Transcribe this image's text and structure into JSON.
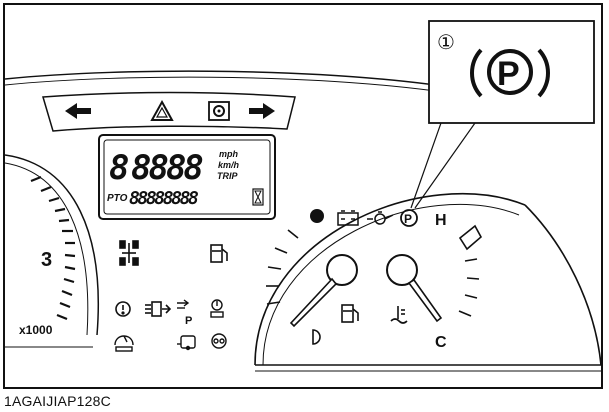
{
  "figure": {
    "caption": "1AGAIJIAP128C"
  },
  "callout": {
    "number": "①",
    "symbol": "(P)",
    "meaning_icon": "parking-brake-icon"
  },
  "lcd": {
    "speed_digits": "8888",
    "speed_prefix": "8",
    "unit_speed_1": "mph",
    "unit_speed_2": "km/h",
    "unit_trip": "TRIP",
    "pto_label": "PTO",
    "odometer_digits": "88888888"
  },
  "tachometer": {
    "mark_value": "3",
    "multiplier": "x1000"
  },
  "fuel_temp_gauge": {
    "high_label": "H",
    "low_label": "C",
    "small_parking_symbol": "(P)"
  },
  "indicator_icons": [
    "turn-left-arrow-icon",
    "hazard-warning-icon",
    "gear-warning-icon",
    "turn-right-arrow-icon",
    "four-wheel-drive-icon",
    "fuel-icon",
    "glow-plug-icon",
    "engine-oil-pressure-icon",
    "battery-charge-icon",
    "coolant-temperature-icon"
  ],
  "colors": {
    "line": "#111111",
    "background": "#ffffff"
  }
}
